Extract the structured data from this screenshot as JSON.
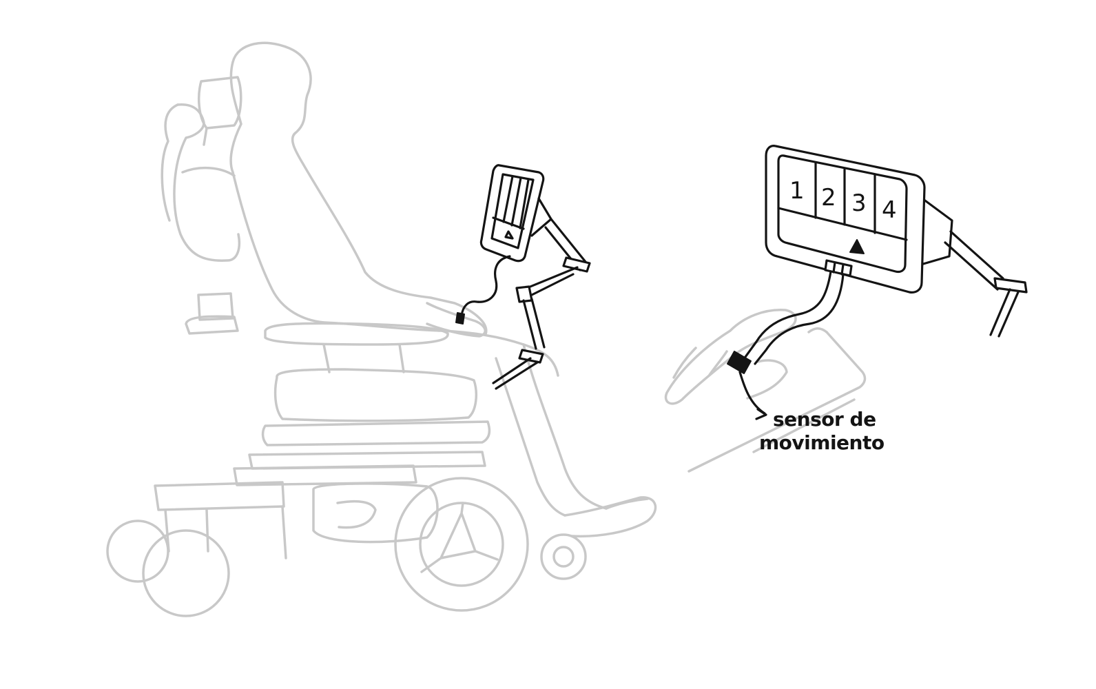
{
  "panel": {
    "buttons": [
      {
        "label": "1"
      },
      {
        "label": "2"
      },
      {
        "label": "3"
      },
      {
        "label": "4"
      }
    ]
  },
  "annotation": {
    "line1": "sensor de",
    "line2": "movimiento"
  },
  "colors": {
    "ink": "#141414",
    "faded": "#c8c8c8"
  }
}
